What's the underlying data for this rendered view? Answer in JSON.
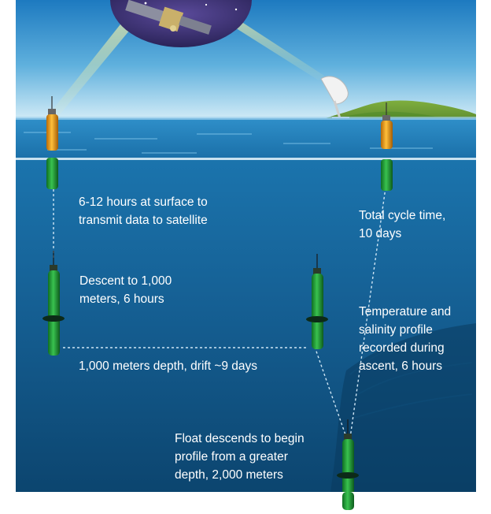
{
  "labels": {
    "surface": "6-12 hours at surface to\ntransmit data to satellite",
    "cycle": "Total cycle time,\n10 days",
    "descent": "Descent to 1,000\nmeters, 6 hours",
    "temperature": "Temperature and\nsalinity profile\nrecorded during\nascent, 6 hours",
    "drift": "1,000 meters depth, drift ~9 days",
    "float_descends": "Float descends to begin\nprofile from a greater\ndepth, 2,000 meters"
  },
  "colors": {
    "sky_top": "#1f7fc4",
    "sky_horizon": "#bfe3f4",
    "ocean_surface": "#1f7fb7",
    "ocean_deep": "#0b3f6e",
    "float_green": "#22a83a",
    "float_orange": "#f2a21c",
    "island_green": "#5c8f2c",
    "satellite_disc": "#3a2f6a"
  },
  "icons": [
    "satellite-icon",
    "satellite-dish-icon",
    "argo-float-icon"
  ]
}
